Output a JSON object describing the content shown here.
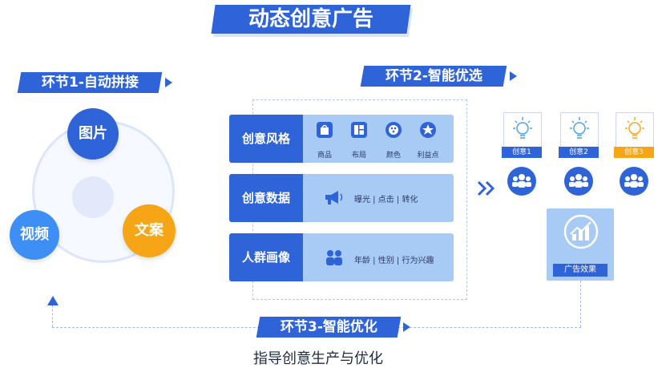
{
  "title": "动态创意广告",
  "steps": {
    "s1": "环节1-自动拼接",
    "s2": "环节2-智能优选",
    "s3": "环节3-智能优化"
  },
  "step1_items": [
    "图片",
    "文案",
    "视频"
  ],
  "rows": [
    {
      "label": "创意风格",
      "items": [
        "商品",
        "布局",
        "颜色",
        "利益点"
      ]
    },
    {
      "label": "创意数据",
      "text": "曝光 | 点击 | 转化"
    },
    {
      "label": "人群画像",
      "text": "年龄 | 性别 | 行为兴趣"
    }
  ],
  "creatives": [
    "创意1",
    "创意2",
    "创意3"
  ],
  "effect_label": "广告效果",
  "bottom_caption": "指导创意生产与优化",
  "colors": {
    "primary": "#2f63d8",
    "light": "#a8cbf6",
    "orange": "#f5a516",
    "blue_light": "#3e8ff5"
  },
  "icons": [
    "bag-icon",
    "layout-icon",
    "palette-icon",
    "star-icon",
    "megaphone-icon",
    "people-icon",
    "bulb-icon",
    "chart-icon"
  ]
}
